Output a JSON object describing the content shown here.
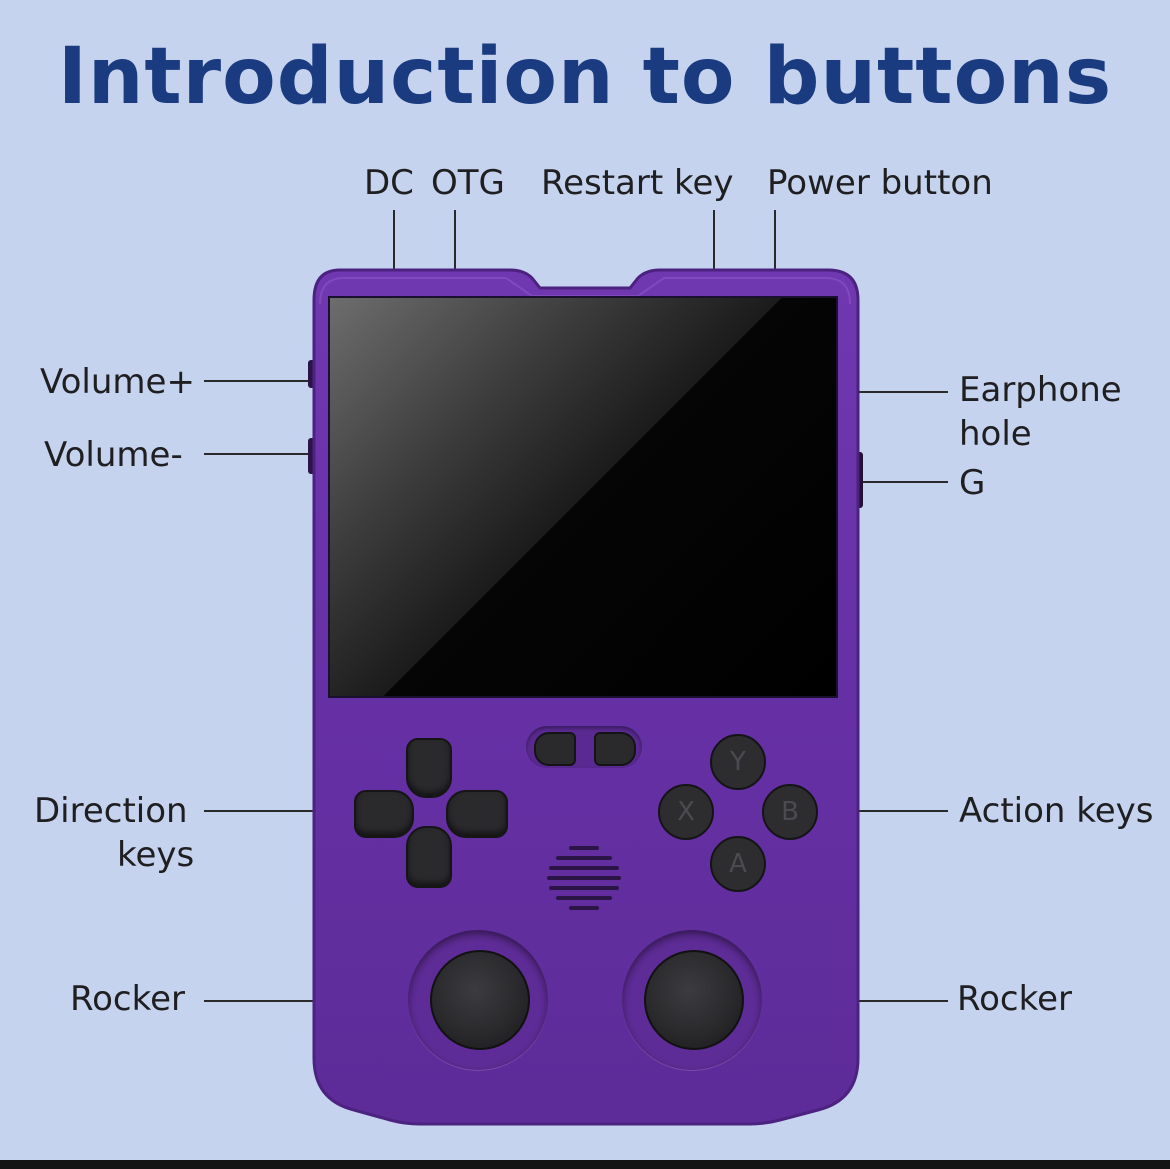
{
  "title": "Introduction to buttons",
  "labels": {
    "dc": "DC",
    "otg": "OTG",
    "restart": "Restart key",
    "power": "Power button",
    "volume_up": "Volume+",
    "volume_down": "Volume-",
    "earphone_line1": "Earphone",
    "earphone_line2": "hole",
    "g": "G",
    "direction_line1": "Direction",
    "direction_line2": "keys",
    "action": "Action keys",
    "rocker_left": "Rocker",
    "rocker_right": "Rocker"
  },
  "face_buttons": {
    "y": "Y",
    "x": "X",
    "b": "B",
    "a": "A"
  },
  "colors": {
    "background": "#c5d3ef",
    "title": "#1a3b80",
    "device_body": "#6a33a8",
    "buttons": "#2a2a2d"
  }
}
